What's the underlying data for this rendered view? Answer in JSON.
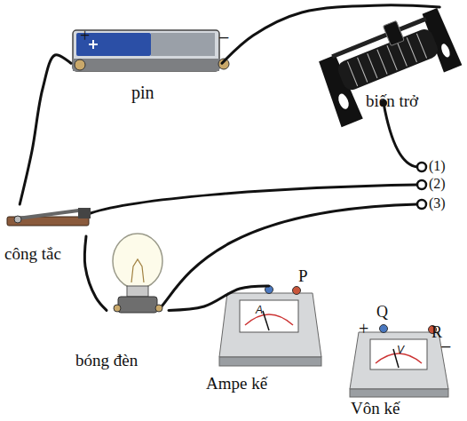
{
  "diagram": {
    "nodes": [
      {
        "text": [
          "+",
          "−",
          "pin"
        ]
      },
      {
        "text": [
          "biến trở"
        ]
      },
      {
        "text": [
          "công tắc"
        ]
      },
      {
        "text": [
          "bóng đèn"
        ]
      },
      {
        "text": [
          "A",
          "P",
          "Ampe kế"
        ]
      },
      {
        "text": [
          "Q",
          "+",
          "R",
          "−",
          "V",
          "Vôn kế"
        ]
      }
    ],
    "edges": [
      {
        "from": 0,
        "to": 2,
        "arrow": "none"
      },
      {
        "from": 0,
        "to": 1,
        "arrow": "none"
      },
      {
        "from": 2,
        "to": 3,
        "arrow": "none"
      },
      {
        "from": 3,
        "to": 4,
        "arrow": "none"
      }
    ],
    "labels": [
      "(1)",
      "(2)",
      "(3)"
    ]
  }
}
